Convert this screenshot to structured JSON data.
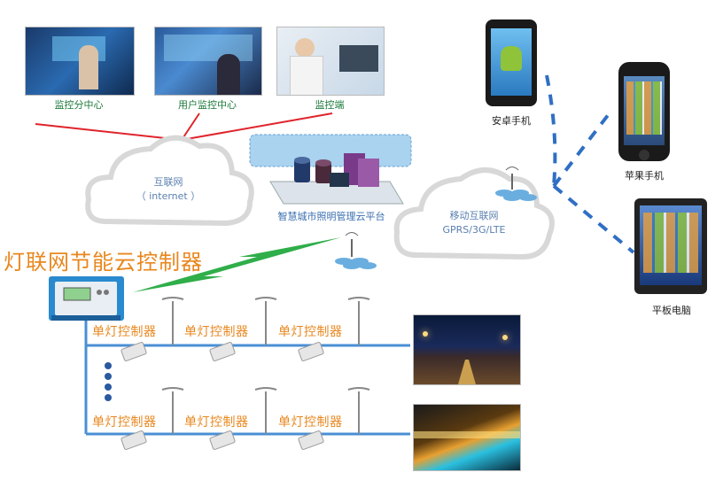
{
  "monitors": [
    {
      "label": "监控分中心"
    },
    {
      "label": "用户监控中心"
    },
    {
      "label": "监控端"
    }
  ],
  "platform": {
    "label": "智慧城市照明管理云平台"
  },
  "internet_cloud": {
    "line1": "互联网",
    "line2": "（ internet ）"
  },
  "mobile_cloud": {
    "line1": "移动互联网",
    "line2": "GPRS/3G/LTE"
  },
  "devices": {
    "android": "安卓手机",
    "iphone": "苹果手机",
    "tablet": "平板电脑"
  },
  "controller_title": "灯联网节能云控制器",
  "single_lamp_label": "单灯控制器",
  "rows": [
    {
      "labels": [
        "单灯控制器",
        "单灯控制器",
        "单灯控制器"
      ]
    },
    {
      "labels": [
        "单灯控制器",
        "单灯控制器",
        "单灯控制器"
      ]
    }
  ],
  "colors": {
    "red_link": "#e0242b",
    "green_link": "#2fae4a",
    "blue_dash": "#2f6fc4",
    "bus_line": "#4a8fd4",
    "orange_text": "#e8871e"
  }
}
